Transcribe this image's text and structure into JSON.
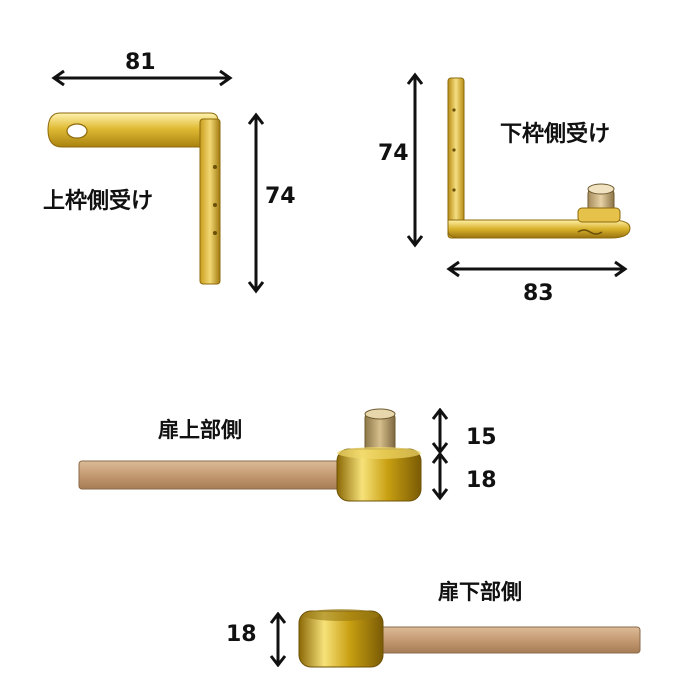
{
  "labels": {
    "upper_frame": "上枠側受け",
    "lower_frame": "下枠側受け",
    "door_top": "扉上部側",
    "door_bottom": "扉下部側"
  },
  "dimensions": {
    "upper_width": "81",
    "upper_height": "74",
    "lower_height": "74",
    "lower_width": "83",
    "top_pin": "15",
    "top_collar": "18",
    "bottom_collar": "18"
  },
  "colors": {
    "gold_light": "#f5e08a",
    "gold_mid": "#d9b227",
    "gold_dark": "#9a7410",
    "bronze": "#c9a07a",
    "arrow": "#111111"
  }
}
